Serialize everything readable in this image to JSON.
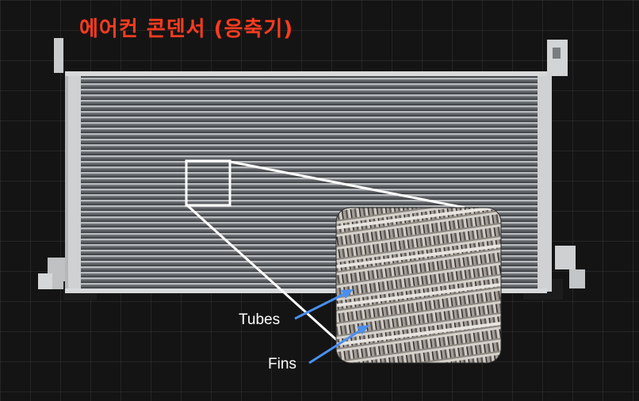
{
  "title": "에어컨 콘덴서 (응축기)",
  "labels": {
    "tubes": "Tubes",
    "fins": "Fins"
  },
  "colors": {
    "title": "#ff3b1f",
    "arrow": "#4a8ff0",
    "background": "#141414"
  }
}
